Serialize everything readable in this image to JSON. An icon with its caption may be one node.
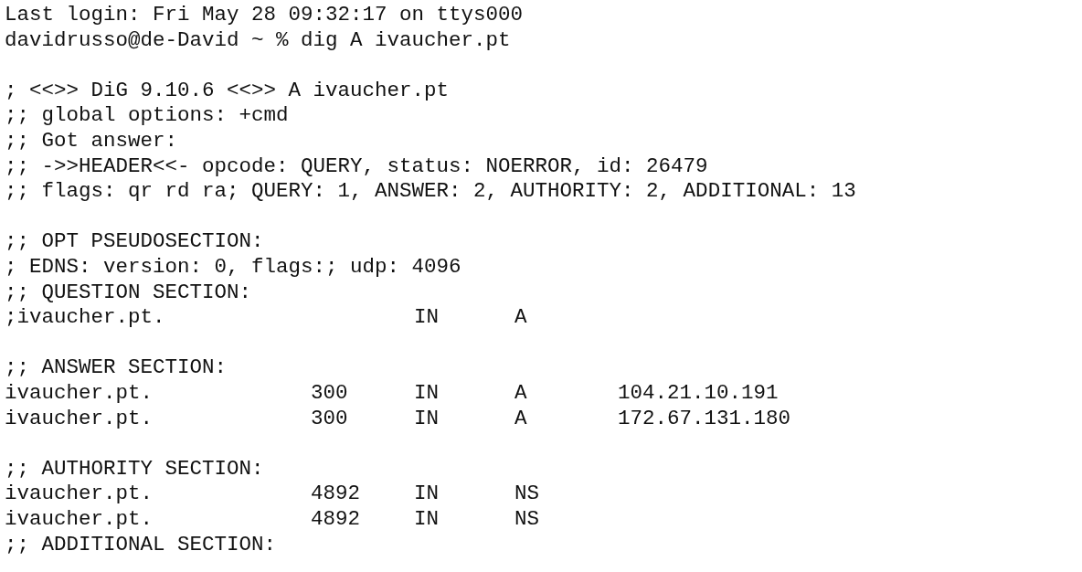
{
  "diagram": {
    "labels": [
      "Last login: Fri May 28 09:32:17 on ttys000",
      "davidrusso@de-David ~ % dig A ivaucher.pt",
      "; <<>> DiG 9.10.6 <<>> A ivaucher.pt",
      ";; global options: +cmd",
      ";; Got answer:",
      ";; ->>HEADER<<- opcode: QUERY, status: NOERROR, id: 26479",
      ";; flags: qr rd ra; QUERY: 1, ANSWER: 2, AUTHORITY: 2, ADDITIONAL: 13",
      ";; OPT PSEUDOSECTION:",
      "; EDNS: version: 0, flags:; udp: 4096",
      ";; QUESTION SECTION:",
      ";ivaucher.pt.",
      "IN",
      "A",
      ";; ANSWER SECTION:",
      "ivaucher.pt.",
      "300",
      "IN",
      "A",
      "104.21.10.191",
      "ivaucher.pt.",
      "300",
      "IN",
      "A",
      "172.67.131.180",
      ";; AUTHORITY SECTION:",
      "ivaucher.pt.",
      "4892",
      "IN",
      "NS",
      "ivaucher.pt.",
      "4892",
      "IN",
      "NS",
      ";; ADDITIONAL SECTION:"
    ]
  }
}
